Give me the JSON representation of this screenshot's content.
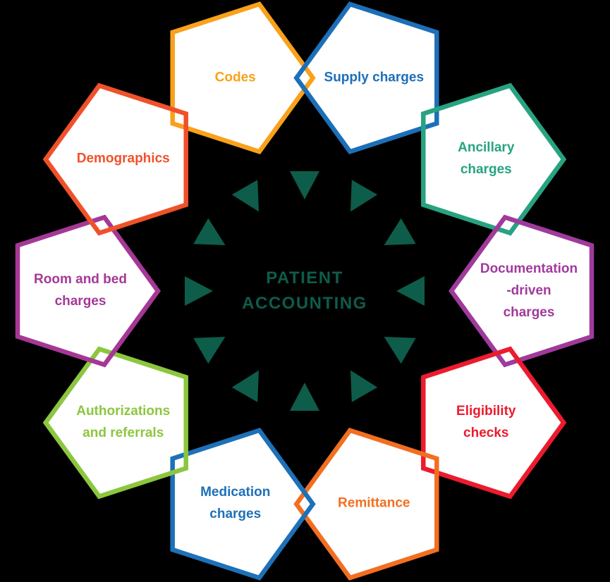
{
  "background": "#000000",
  "center": {
    "lines": [
      "PATIENT",
      "ACCOUNTING"
    ],
    "color": "#0E5C4A",
    "triangle_ring": {
      "count": 12,
      "color": "#0E5C4A"
    }
  },
  "items": [
    {
      "lines": [
        "Codes"
      ],
      "color": "#F9A11B"
    },
    {
      "lines": [
        "Supply charges"
      ],
      "color": "#1C6FB8"
    },
    {
      "lines": [
        "Ancillary",
        "charges"
      ],
      "color": "#27A381"
    },
    {
      "lines": [
        "Documentation",
        "-driven",
        "charges"
      ],
      "color": "#A03A9C"
    },
    {
      "lines": [
        "Eligibility",
        "checks"
      ],
      "color": "#EC1B2E"
    },
    {
      "lines": [
        "Remittance"
      ],
      "color": "#F26F21"
    },
    {
      "lines": [
        "Medication",
        "charges"
      ],
      "color": "#1D71B8"
    },
    {
      "lines": [
        "Authorizations",
        "and referrals"
      ],
      "color": "#8CC63F"
    },
    {
      "lines": [
        "Room and bed",
        "charges"
      ],
      "color": "#A53896"
    },
    {
      "lines": [
        "Demographics"
      ],
      "color": "#F0512A"
    }
  ]
}
